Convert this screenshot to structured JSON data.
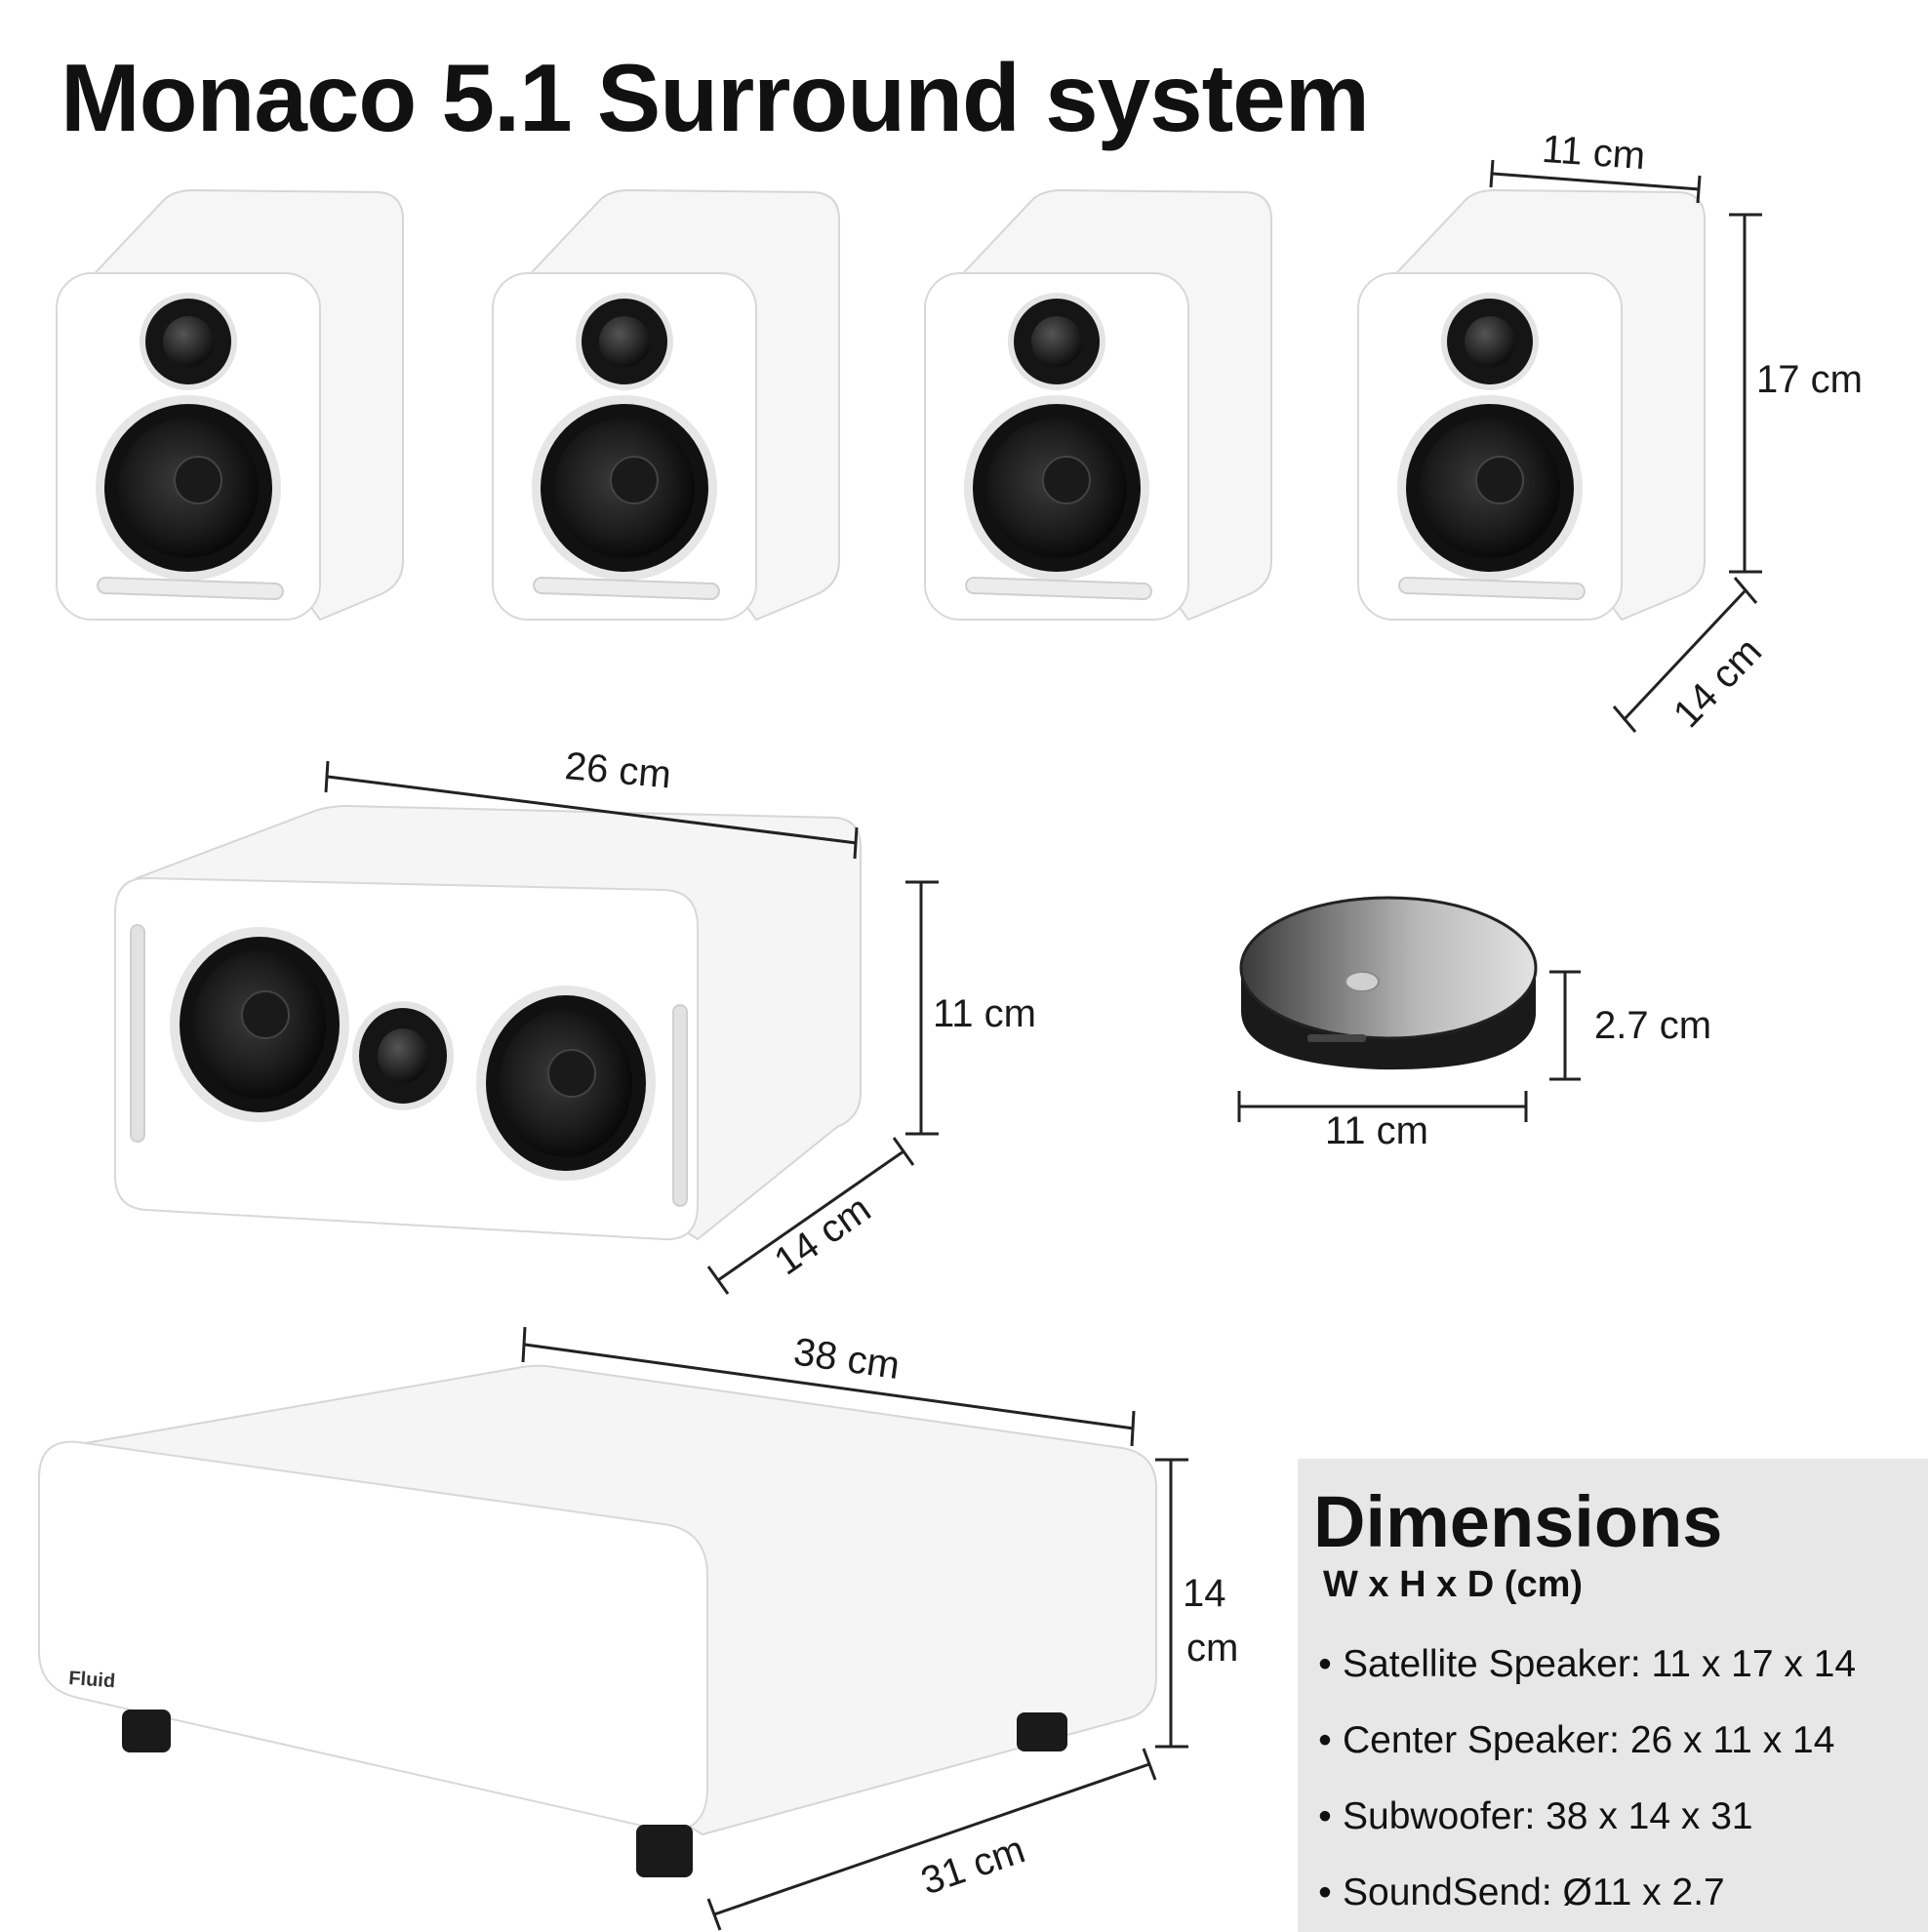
{
  "title": "Monaco 5.1 Surround system",
  "dimension_labels": {
    "satellite_width": "11 cm",
    "satellite_height": "17 cm",
    "satellite_depth": "14 cm",
    "center_width": "26 cm",
    "center_height": "11 cm",
    "center_depth": "14 cm",
    "soundsend_height": "2.7 cm",
    "soundsend_width": "11 cm",
    "sub_width": "38 cm",
    "sub_height_value": "14",
    "sub_height_unit": "cm",
    "sub_depth": "31 cm"
  },
  "specs": {
    "heading": "Dimensions",
    "subheading": "W x H x D (cm)",
    "items": [
      "Satellite Speaker: 11 x 17 x 14",
      "Center Speaker: 26 x 11 x 14",
      "Subwoofer: 38 x 14 x 31",
      "SoundSend: Ø11 x 2.7"
    ]
  },
  "colors": {
    "speaker_body": "#ffffff",
    "driver": "#111111",
    "panel": "#e7e7e7"
  }
}
